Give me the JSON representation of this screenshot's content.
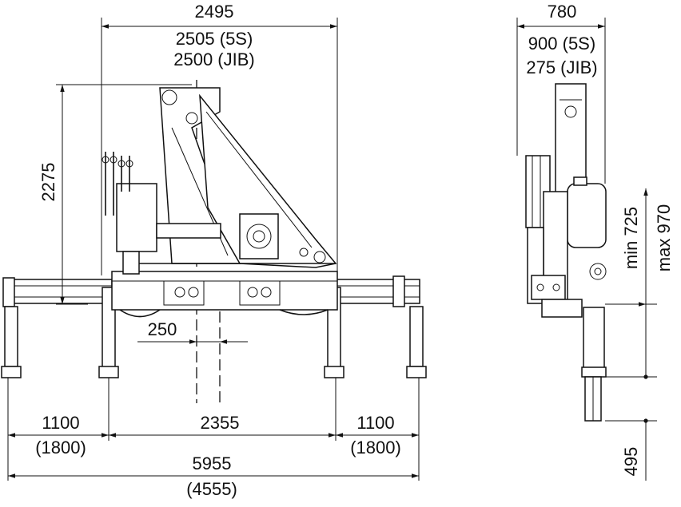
{
  "dimensions": {
    "top_width": "2495",
    "top_width_5s": "2505 (5S)",
    "top_width_jib": "2500 (JIB)",
    "height": "2275",
    "offset": "250",
    "outrigger_left": "1100",
    "outrigger_left_ext": "(1800)",
    "base_width": "2355",
    "outrigger_right": "1100",
    "outrigger_right_ext": "(1800)",
    "total_width": "5955",
    "total_width_alt": "(4555)",
    "side_width": "780",
    "side_width_5s": "900 (5S)",
    "side_width_jib": "275 (JIB)",
    "min_height": "min 725",
    "max_height": "max 970",
    "stroke": "495"
  },
  "colors": {
    "line": "#111111",
    "background": "#ffffff"
  }
}
